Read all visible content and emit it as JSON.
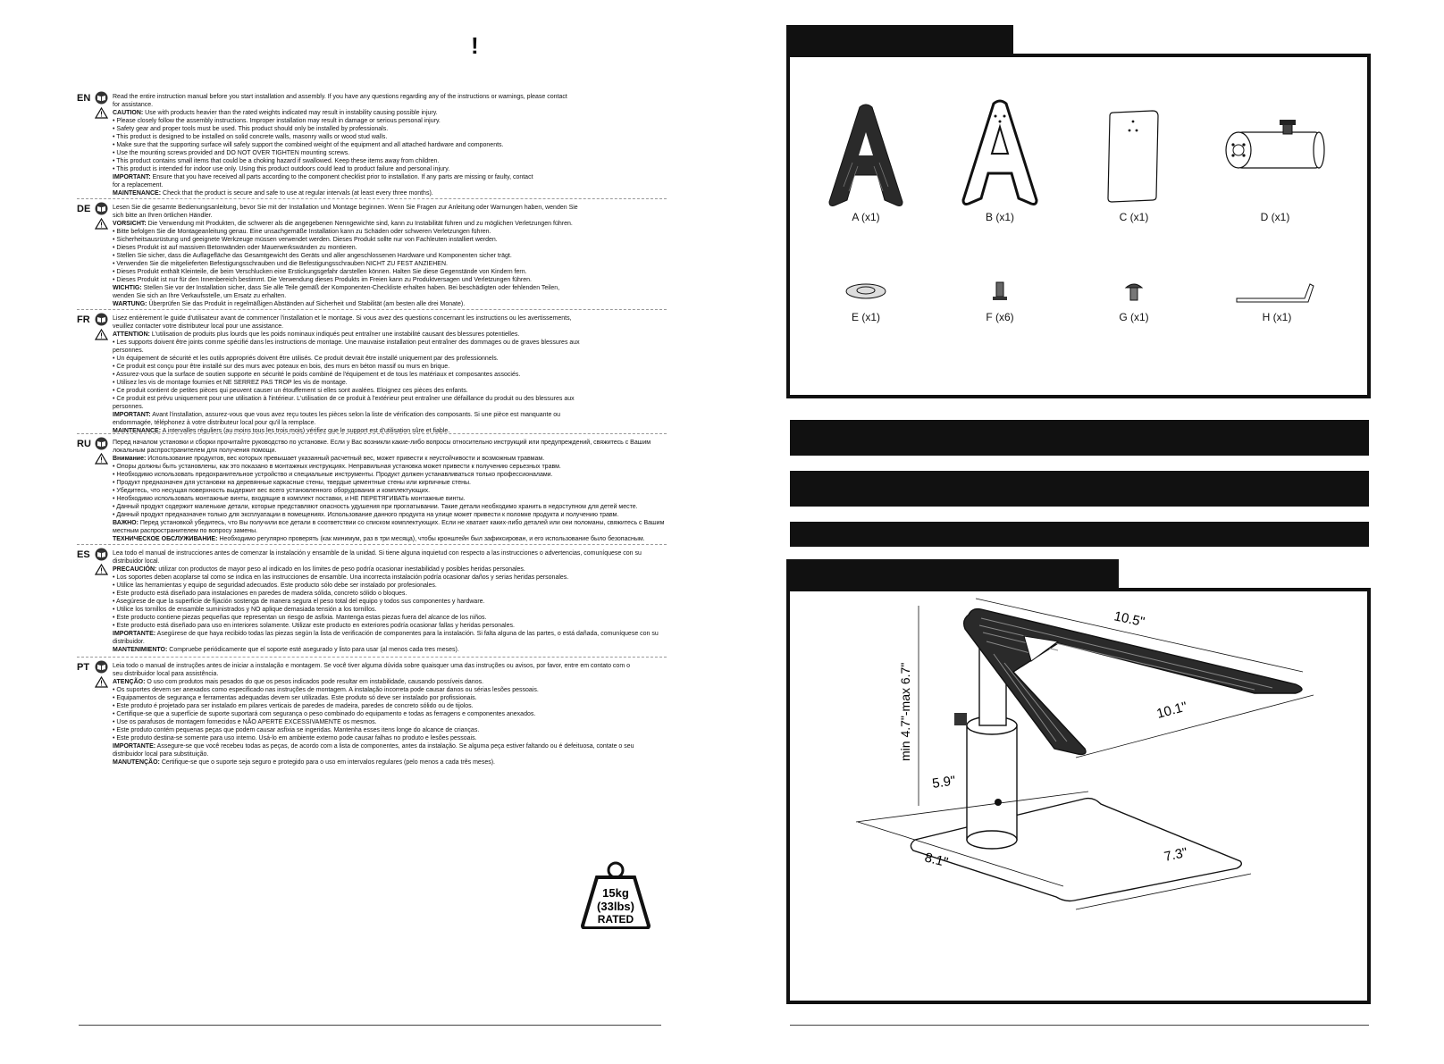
{
  "header": {
    "exclamation": "!"
  },
  "sections": [
    {
      "code": "EN",
      "lines": [
        {
          "t": "Read the entire instruction manual before you start installation and assembly. If you have any questions regarding any of the instructions or warnings, please contact"
        },
        {
          "t": "                   for assistance."
        },
        {
          "b": "CAUTION:",
          "t": " Use with products heavier than the rated weights indicated may result in instability causing possible injury.",
          "warn": true
        },
        {
          "t": "• Please closely follow the assembly instructions. Improper installation may result in damage or serious personal injury."
        },
        {
          "t": "• Safety gear and proper tools must be used. This product should only be installed by professionals."
        },
        {
          "t": "• This product is designed to be installed on solid concrete walls, masonry walls or wood stud walls."
        },
        {
          "t": "• Make sure that the supporting surface will safely support the combined weight of the equipment and all attached hardware and components."
        },
        {
          "t": "• Use the mounting screws provided and DO NOT OVER TIGHTEN mounting screws."
        },
        {
          "t": "• This product contains small items that could be a choking hazard if swallowed. Keep these items away from children."
        },
        {
          "t": "• This product is intended for indoor use only. Using this product outdoors could lead to product failure and personal injury."
        },
        {
          "b": "IMPORTANT:",
          "t": " Ensure that you have received all parts according to the component checklist prior to installation. If any parts are missing or faulty, contact"
        },
        {
          "t": "for a replacement."
        },
        {
          "b": "MAINTENANCE:",
          "t": " Check that the product is secure and safe to use at regular intervals (at least every three months)."
        }
      ]
    },
    {
      "code": "DE",
      "lines": [
        {
          "t": "Lesen Sie die gesamte Bedienungsanleitung, bevor Sie mit der Installation und Montage beginnen. Wenn Sie Fragen zur Anleitung oder Warnungen haben, wenden Sie"
        },
        {
          "t": "sich bitte an Ihren örtlichen Händler."
        },
        {
          "b": "VORSICHT:",
          "t": " Die Verwendung mit Produkten, die schwerer als die angegebenen Nenngewichte sind, kann zu Instabilität führen und zu möglichen Verletzungen führen.",
          "warn": true
        },
        {
          "t": "• Bitte befolgen Sie die Montageanleitung genau. Eine unsachgemäße Installation kann zu Schäden oder schweren Verletzungen führen."
        },
        {
          "t": "• Sicherheitsausrüstung und geeignete Werkzeuge müssen verwendet werden. Dieses Produkt sollte nur von Fachleuten installiert werden."
        },
        {
          "t": "• Dieses Produkt ist auf massiven Betonwänden oder Mauerwerkswänden zu montieren."
        },
        {
          "t": "• Stellen Sie sicher, dass die Auflagefläche das Gesamtgewicht des Geräts und aller angeschlossenen Hardware und Komponenten sicher trägt."
        },
        {
          "t": "• Verwenden Sie die mitgelieferten Befestigungsschrauben und die Befestigungsschrauben NICHT ZU FEST ANZIEHEN."
        },
        {
          "t": "• Dieses Produkt enthält Kleinteile, die beim Verschlucken eine Erstickungsgefahr darstellen können. Halten Sie diese Gegenstände von Kindern fern."
        },
        {
          "t": "• Dieses Produkt ist nur für den Innenbereich bestimmt. Die Verwendung dieses Produkts im Freien kann zu Produktversagen und Verletzungen führen."
        },
        {
          "b": "WICHTIG:",
          "t": " Stellen Sie vor der Installation sicher, dass Sie alle Teile gemäß der Komponenten-Checkliste erhalten haben. Bei beschädigten oder fehlenden Teilen,"
        },
        {
          "t": "wenden Sie sich an Ihre Verkaufsstelle, um Ersatz zu erhalten."
        },
        {
          "b": "WARTUNG:",
          "t": " Überprüfen Sie das Produkt in regelmäßigen Abständen auf Sicherheit und Stabilität (am besten alle drei Monate)."
        }
      ]
    },
    {
      "code": "FR",
      "lines": [
        {
          "t": "Lisez entièrement le guide d'utilisateur avant de commencer l'installation et le montage. Si vous avez des questions concernant les instructions ou les avertissements,"
        },
        {
          "t": "veuillez contacter votre distributeur local pour une assistance."
        },
        {
          "b": "ATTENTION:",
          "t": " L'utilisation de produits plus lourds que les poids nominaux indiqués peut entraîner une instabilité causant des blessures potentielles.",
          "warn": true
        },
        {
          "t": "• Les supports doivent être joints comme spécifié dans les instructions de montage. Une mauvaise installation peut entraîner des dommages ou de graves blessures aux"
        },
        {
          "t": "   personnes."
        },
        {
          "t": "• Un équipement de sécurité et les outils appropriés doivent être utilisés. Ce produit devrait être installé uniquement par des professionnels."
        },
        {
          "t": "• Ce produit est conçu pour être installé sur des murs avec poteaux en bois, des murs en béton massif ou murs en brique."
        },
        {
          "t": "• Assurez-vous que la surface de soutien supporte en sécurité le poids combiné de l'équipement et de tous les matériaux et composantes associés."
        },
        {
          "t": "• Utilisez les vis de montage fournies et NE SERREZ PAS TROP les vis de montage."
        },
        {
          "t": "• Ce produit contient de petites pièces qui peuvent causer un étouffement si elles sont avalées. Eloignez ces pièces des enfants."
        },
        {
          "t": "• Ce produit est prévu uniquement pour une utilisation à l'intérieur. L'utilisation de ce produit à l'extérieur peut entraîner une défaillance du produit ou  des blessures aux"
        },
        {
          "t": "   personnes."
        },
        {
          "b": "IMPORTANT:",
          "t": " Avant l'installation, assurez-vous que vous avez reçu toutes les pièces selon la liste de vérification des composants. Si une pièce est manquante ou"
        },
        {
          "t": "endommagée, téléphonez à votre distributeur local pour qu'il la remplace."
        },
        {
          "b": "MAINTENANCE:",
          "t": " A intervalles réguliers (au moins tous les trois mois) vérifiez que le support est d'utilisation sûre et fiable."
        }
      ]
    },
    {
      "code": "RU",
      "lines": [
        {
          "t": "Перед началом установки и сборки прочитайте руководство по установке. Если у Вас возникли какие-либо вопросы относительно инструкций или предупреждений, свяжитесь с Вашим"
        },
        {
          "t": "локальным распространителем для получения помощи."
        },
        {
          "b": "Внимание:",
          "t": " Использование продуктов, вес которых превышает указанный расчетный вес, может привести к неустойчивости и возможным травмам.",
          "warn": true
        },
        {
          "t": "• Опоры должны быть установлены, как это показано в монтажных инструкциях. Неправильная установка может привести к получению серьезных травм."
        },
        {
          "t": "• Необходимо использовать предохранительное устройство и специальные инструменты. Продукт должен устанавливаться только профессионалами."
        },
        {
          "t": "• Продукт предназначен для установки на деревянные каркасные стены, твердые цементные стены или кирпичные стены."
        },
        {
          "t": "• Убедитесь, что несущая поверхность выдержит вес всего установленного оборудования и комплектующих."
        },
        {
          "t": "• Необходимо использовать монтажные винты, входящие в комплект поставки, и НЕ ПЕРЕТЯГИВАТЬ монтажные винты."
        },
        {
          "t": "• Данный продукт содержит маленькие детали, которые представляют опасность удушения при проглатывании. Такие детали необходимо хранить в недоступном для детей месте."
        },
        {
          "t": "• Данный продукт предназначен только для эксплуатации в помещениях. Использование данного продукта на улице может привести к поломке продукта и получению травм."
        },
        {
          "b": "ВАЖНО:",
          "t": " Перед установкой убедитесь, что Вы получили все детали в соответствии со списком комплектующих. Если не хватает каких-либо деталей или они поломаны, свяжитесь с Вашим"
        },
        {
          "t": "местным распространителем по вопросу замены."
        },
        {
          "b": "ТЕХНИЧЕСКОЕ ОБСЛУЖИВАНИЕ:",
          "t": " Необходимо регулярно проверять (как минимум, раз в три месяца), чтобы кронштейн был зафиксирован, и его использование было безопасным."
        }
      ]
    },
    {
      "code": "ES",
      "lines": [
        {
          "t": "Lea todo el manual de instrucciones antes de comenzar la instalación y ensamble de la unidad. Si tiene alguna inquietud con respecto a las instrucciones o advertencias, comuníquese con su"
        },
        {
          "t": "distribuidor local."
        },
        {
          "b": "PRECAUCIÓN:",
          "t": " utilizar con productos de mayor peso al indicado en los límites de peso podría ocasionar inestabilidad y posibles heridas personales.",
          "warn": true
        },
        {
          "t": "• Los soportes deben acoplarse tal como se indica en las instrucciones de ensamble. Una incorrecta instalación podría ocasionar daños y serias heridas personales."
        },
        {
          "t": "• Utilice las herramientas y equipo de seguridad adecuados. Este producto sólo debe ser instalado por profesionales."
        },
        {
          "t": "• Este producto está diseñado para instalaciones en paredes de madera sólida, concreto sólido o bloques."
        },
        {
          "t": "• Asegúrese de que la superficie de fijación sostenga de manera segura el peso total del equipo y todos sus componentes y hardware."
        },
        {
          "t": "• Utilice los tornillos de ensamble suministrados y NO aplique demasiada tensión a los tornillos."
        },
        {
          "t": "• Este producto contiene piezas pequeñas que representan un riesgo de asfixia. Mantenga estas piezas fuera del alcance de los niños."
        },
        {
          "t": "• Este producto está diseñado para uso en interiores solamente. Utilizar este producto en exteriores podría ocasionar fallas y heridas personales."
        },
        {
          "b": "IMPORTANTE:",
          "t": "  Asegúrese de que haya recibido todas las piezas según la lista de verificación de componentes para la instalación. Si falta alguna de las partes, o está dañada, comuníquese con su"
        },
        {
          "t": "distribuidor."
        },
        {
          "b": "MANTENIMIENTO:",
          "t": " Compruebe periódicamente que el soporte esté asegurado y listo para usar (al menos cada tres meses)."
        }
      ]
    },
    {
      "code": "PT",
      "lines": [
        {
          "t": "Leia todo o manual de instruções antes de iniciar a instalação e montagem. Se você tiver alguma dúvida sobre quaisquer uma das instruções ou avisos, por favor, entre em contato com o"
        },
        {
          "t": "seu distribuidor local para assistência."
        },
        {
          "b": "ATENÇÃO:",
          "t": " O uso com produtos mais pesados do que os pesos indicados pode resultar em instabilidade, causando possíveis danos.",
          "warn": true
        },
        {
          "t": "• Os suportes devem ser anexados como especificado nas instruções de montagem. A instalação incorreta pode causar danos ou sérias lesões pessoais."
        },
        {
          "t": "• Equipamentos de segurança e ferramentas adequadas devem ser utilizadas. Este produto só deve ser instalado por profissionais."
        },
        {
          "t": "• Este produto é projetado para ser instalado em pilares verticais de paredes de madeira, paredes de concreto sólido ou de tijolos."
        },
        {
          "t": "• Certifique-se que a superfície de suporte suportará com segurança o peso combinado do equipamento e todas as ferragens e componentes anexados."
        },
        {
          "t": "• Use os parafusos de montagem fornecidos e NÃO APERTE EXCESSIVAMENTE os mesmos."
        },
        {
          "t": "• Este produto contém pequenas peças que podem causar asfixia se ingeridas. Mantenha esses itens longe do alcance de crianças."
        },
        {
          "t": "• Este produto destina-se somente para uso interno. Usá-lo em ambiente externo pode causar falhas no produto e lesões pessoais."
        },
        {
          "b": "IMPORTANTE:",
          "t": " Assegure-se que você recebeu todas as peças, de acordo com a lista de componentes, antes da instalação. Se alguma peça estiver faltando ou é defeituosa, contate o seu"
        },
        {
          "t": "distribuidor local para substituição."
        },
        {
          "b": "MANUTENÇÃO:",
          "t": " Certifique-se que o suporte seja seguro e protegido para o uso em intervalos regulares (pelo menos a cada três meses)."
        }
      ]
    }
  ],
  "rated": {
    "kg": "15kg",
    "lbs": "(33lbs)",
    "label": "RATED"
  },
  "parts": [
    {
      "label": "A (x1)"
    },
    {
      "label": "B (x1)"
    },
    {
      "label": "C (x1)"
    },
    {
      "label": "D (x1)"
    },
    {
      "label": "E (x1)"
    },
    {
      "label": "F (x6)"
    },
    {
      "label": "G (x1)"
    },
    {
      "label": "H (x1)"
    }
  ],
  "dimensions": {
    "top_len": "10.5\"",
    "top_width": "10.1\"",
    "height": "min 4.7\"-max 6.7\"",
    "base_edge": "5.9\"",
    "base_w": "8.1\"",
    "base_d": "7.3\""
  },
  "colors": {
    "ink": "#111111",
    "rule": "#999999"
  }
}
